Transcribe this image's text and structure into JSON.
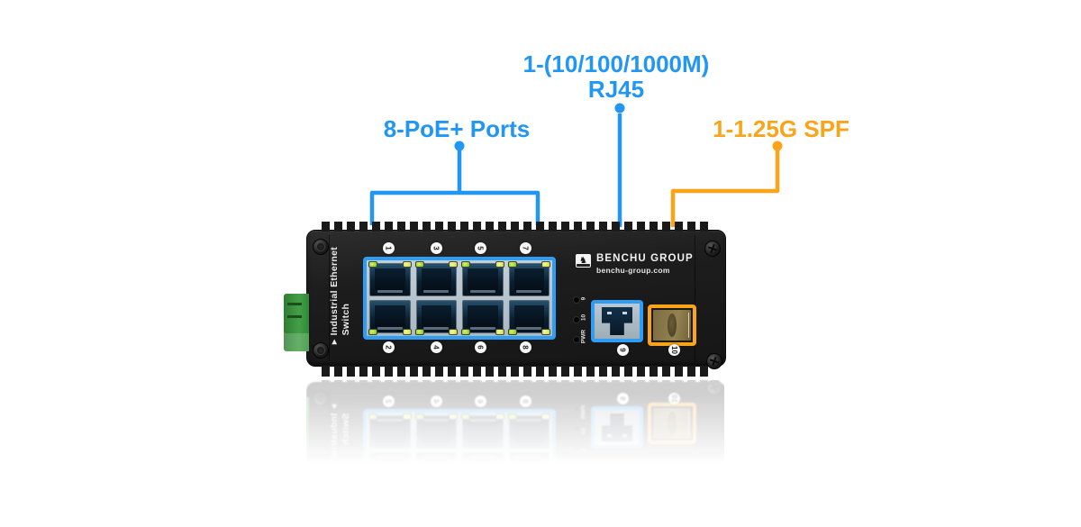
{
  "colors": {
    "blue": "#2196f3",
    "orange": "#faa41a"
  },
  "callouts": {
    "poe": {
      "label": "8-PoE+ Ports"
    },
    "uplink": {
      "line1": "1-(10/100/1000M)",
      "line2": "RJ45"
    },
    "sfp": {
      "label": "1-1.25G SPF"
    }
  },
  "device": {
    "brand": "BENCHU GROUP",
    "website": "benchu-group.com",
    "side_label": {
      "marker": "▶",
      "line1": "Industrial Ethernet",
      "line2": "Switch"
    },
    "leds": [
      {
        "label": "9"
      },
      {
        "label": "10"
      },
      {
        "label": "PWR"
      }
    ],
    "ports": {
      "top_row": [
        "1",
        "3",
        "5",
        "7"
      ],
      "bottom_row": [
        "2",
        "4",
        "6",
        "8"
      ],
      "uplink": "9",
      "sfp": "10"
    },
    "logo_glyph": "♞"
  }
}
